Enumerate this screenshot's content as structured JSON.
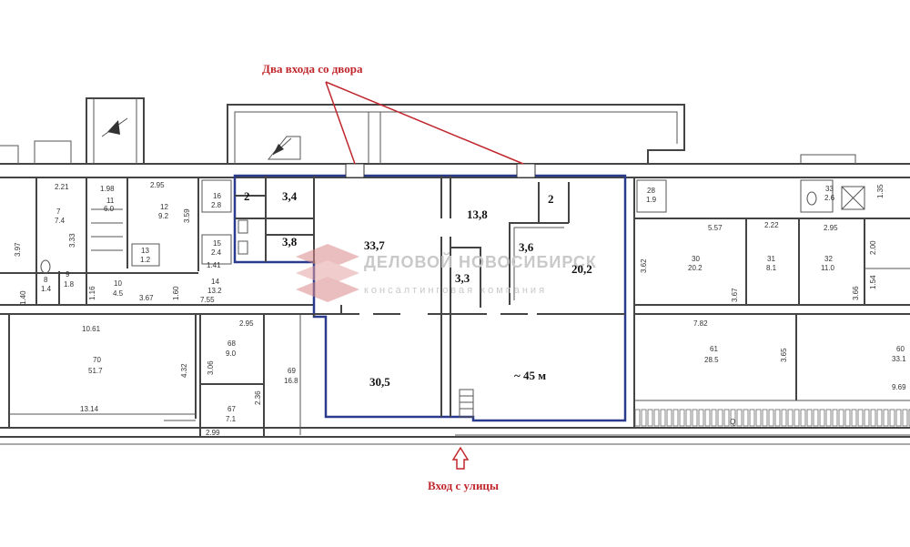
{
  "annotations": {
    "top_entrances": "Два входа со двора",
    "street_entrance": "Вход с улицы"
  },
  "watermark": {
    "name": "ДЕЛОВОЙ НОВОСИБИРСК",
    "tagline": "консалтинговая компания"
  },
  "highlighted_rooms": {
    "r1": "2",
    "r2": "3,4",
    "r3": "3,8",
    "r4": "33,7",
    "r5": "13,8",
    "r6": "2",
    "r7": "3,6",
    "r8": "20,2",
    "r9": "3,3",
    "r10": "30,5",
    "r11": "~ 45 м"
  },
  "rooms": {
    "l_2_21": "2.21",
    "l_1_98": "1.98",
    "l_2_95a": "2.95",
    "l_7": "7",
    "l_7_4": "7.4",
    "l_11": "11",
    "l_6_0": "6.0",
    "l_12": "12",
    "l_9_2": "9.2",
    "l_3_97": "3.97",
    "l_3_33": "3.33",
    "l_3_59": "3.59",
    "l_13": "13",
    "l_1_2": "1.2",
    "l_16": "16",
    "l_2_8": "2.8",
    "l_15": "15",
    "l_2_4": "2.4",
    "l_1_40": "1.40",
    "l_8": "8",
    "l_1_4": "1.4",
    "l_9": "9",
    "l_1_8": "1.8",
    "l_1_16": "1.16",
    "l_10": "10",
    "l_4_5": "4.5",
    "l_3_67a": "3.67",
    "l_1_60": "1.60",
    "l_14": "14",
    "l_13_2": "13.2",
    "l_7_55": "7.55",
    "l_1_41": "1.41",
    "l_10_61": "10.61",
    "l_70": "70",
    "l_51_7": "51.7",
    "l_4_32": "4.32",
    "l_13_14": "13.14",
    "l_2_95b": "2.95",
    "l_68": "68",
    "l_9_0": "9.0",
    "l_3_06": "3.06",
    "l_69": "69",
    "l_16_8": "16.8",
    "l_2_36": "2.36",
    "l_67": "67",
    "l_7_1": "7.1",
    "l_2_99": "2.99",
    "l_28": "28",
    "l_1_9": "1.9",
    "l_5_57": "5.57",
    "l_2_22": "2.22",
    "l_2_95c": "2.95",
    "l_3_62": "3.62",
    "l_30": "30",
    "l_20_2": "20.2",
    "l_31": "31",
    "l_8_1": "8.1",
    "l_3_67b": "3.67",
    "l_32": "32",
    "l_11_0": "11.0",
    "l_3_66": "3.66",
    "l_33": "33",
    "l_2_6": "2.6",
    "l_1_35": "1.35",
    "l_2_00": "2.00",
    "l_1_54": "1.54",
    "l_7_82": "7.82",
    "l_61": "61",
    "l_28_5": "28.5",
    "l_3_65": "3.65",
    "l_60": "60",
    "l_33_1": "33.1",
    "l_9_69": "9.69",
    "l_q": "Q"
  }
}
